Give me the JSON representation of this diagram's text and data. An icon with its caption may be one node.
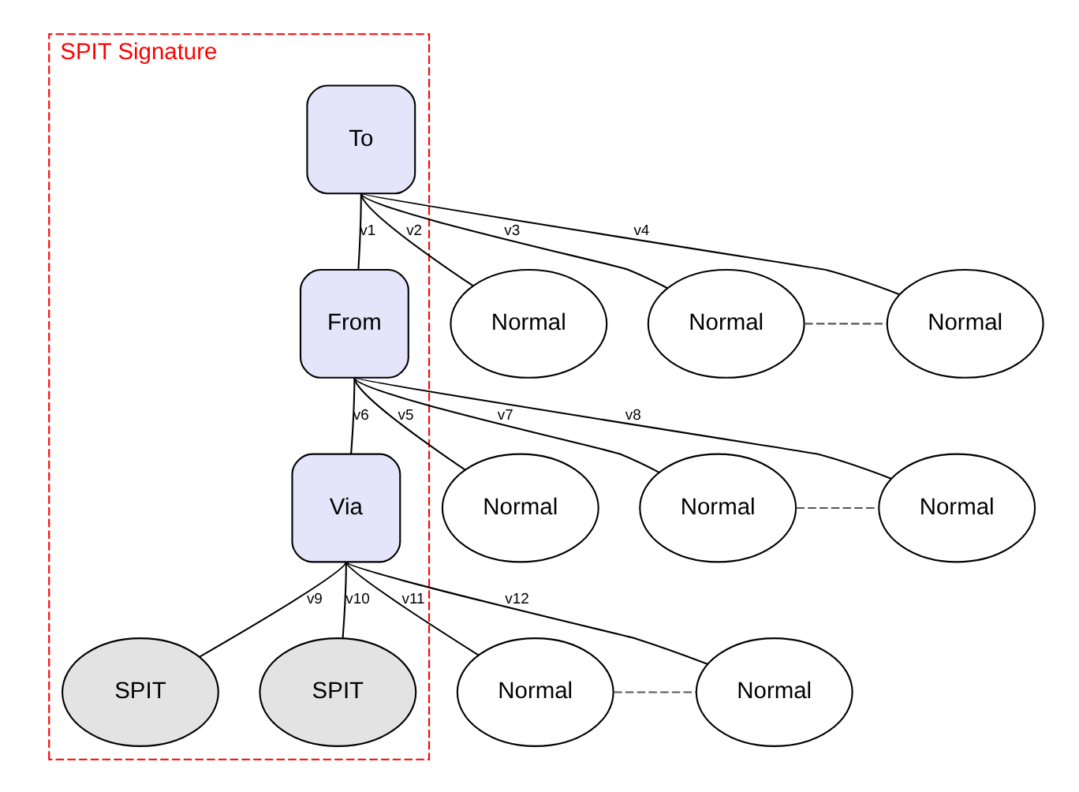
{
  "diagram": {
    "nodes": [
      {
        "text": [
          "SPIT Signature"
        ]
      },
      {
        "text": [
          "To"
        ],
        "in": 0
      },
      {
        "text": [
          "From"
        ],
        "in": 0
      },
      {
        "text": [
          "Normal"
        ]
      },
      {
        "text": [
          "Normal"
        ]
      },
      {
        "text": [
          "Normal"
        ]
      },
      {
        "text": [
          "Normal"
        ]
      },
      {
        "text": [
          "Via"
        ],
        "in": 0
      },
      {
        "text": [
          "Normal"
        ]
      },
      {
        "text": [
          "Normal"
        ]
      },
      {
        "text": [
          "SPIT"
        ],
        "in": 0
      },
      {
        "text": [
          "SPIT"
        ],
        "in": 0
      },
      {
        "text": [
          "Normal"
        ]
      },
      {
        "text": [
          "Normal"
        ]
      }
    ],
    "edges": [
      {
        "from": 1,
        "to": 2,
        "arrow": "none",
        "label": "v1"
      },
      {
        "from": 1,
        "to": 3,
        "arrow": "none",
        "label": "v2"
      },
      {
        "from": 1,
        "to": 4,
        "arrow": "none",
        "label": "v3"
      },
      {
        "from": 1,
        "to": 5,
        "arrow": "none",
        "label": "v4"
      },
      {
        "from": 4,
        "to": 5,
        "arrow": "none",
        "style": "dashed",
        "color": "#555555"
      },
      {
        "from": 2,
        "to": 6,
        "arrow": "none",
        "label": "v5"
      },
      {
        "from": 2,
        "to": 7,
        "arrow": "none",
        "label": "v6"
      },
      {
        "from": 2,
        "to": 8,
        "arrow": "none",
        "label": "v7"
      },
      {
        "from": 2,
        "to": 9,
        "arrow": "none",
        "label": "v8"
      },
      {
        "from": 8,
        "to": 9,
        "arrow": "none",
        "style": "dashed",
        "color": "#555555"
      },
      {
        "from": 7,
        "to": 10,
        "arrow": "none",
        "label": "v9"
      },
      {
        "from": 7,
        "to": 11,
        "arrow": "none",
        "label": "v10"
      },
      {
        "from": 7,
        "to": 12,
        "arrow": "none",
        "label": "v11"
      },
      {
        "from": 7,
        "to": 13,
        "arrow": "none",
        "label": "v12"
      },
      {
        "from": 12,
        "to": 13,
        "arrow": "none",
        "style": "dashed",
        "color": "#555555"
      }
    ]
  }
}
